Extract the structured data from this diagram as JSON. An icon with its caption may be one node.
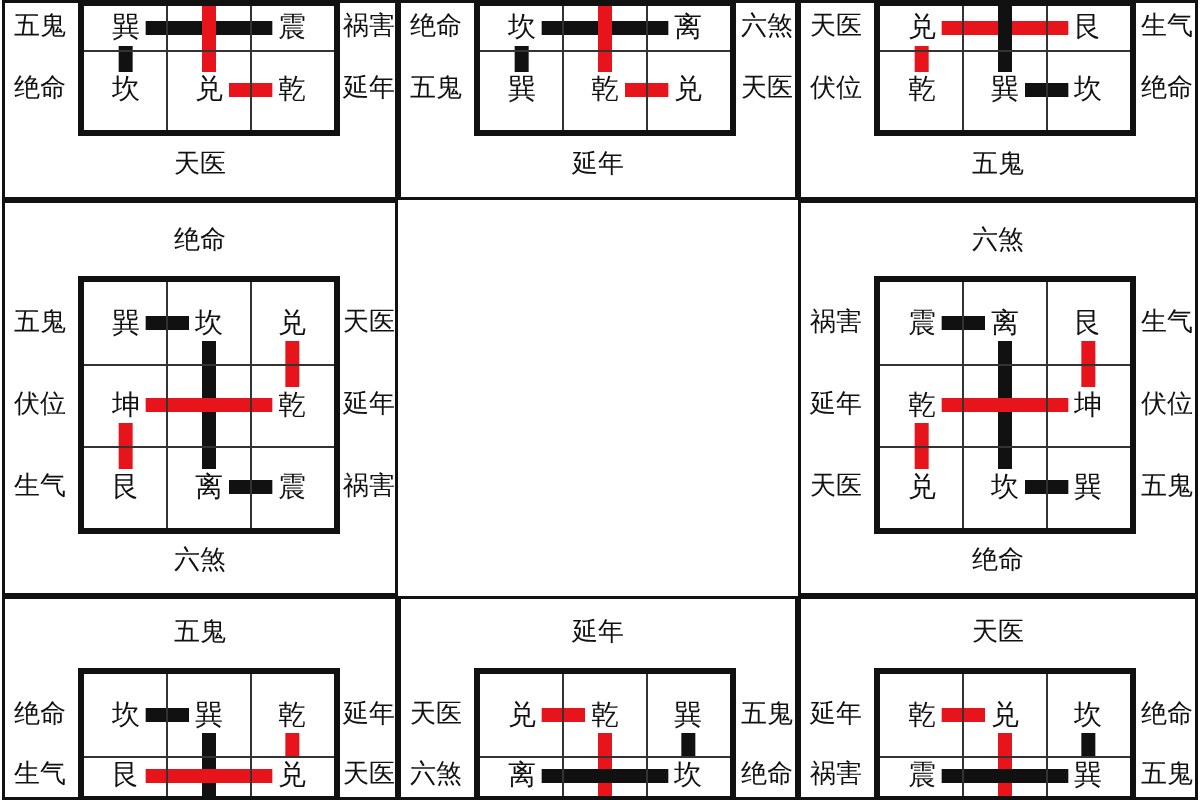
{
  "diagram": {
    "nodes": [
      {
        "text": [
          "五鬼",
          "祸害",
          "绝命",
          "延年",
          "天医"
        ]
      },
      {
        "text": [],
        "shape": "box",
        "in": 0
      },
      {
        "text": [
          "巽"
        ],
        "in": 1
      },
      {
        "text": [
          "震"
        ],
        "in": 1
      },
      {
        "text": [
          "坎"
        ],
        "in": 1
      },
      {
        "text": [
          "兑"
        ],
        "in": 1
      },
      {
        "text": [
          "乾"
        ],
        "in": 1
      },
      {
        "text": [
          "绝命",
          "六煞",
          "五鬼",
          "天医",
          "延年"
        ]
      },
      {
        "text": [],
        "shape": "box",
        "in": 7
      },
      {
        "text": [
          "坎"
        ],
        "in": 8
      },
      {
        "text": [
          "离"
        ],
        "in": 8
      },
      {
        "text": [
          "巽"
        ],
        "in": 8
      },
      {
        "text": [
          "乾"
        ],
        "in": 8
      },
      {
        "text": [
          "兑"
        ],
        "in": 8
      },
      {
        "text": [
          "天医",
          "生气",
          "伏位",
          "绝命",
          "五鬼"
        ]
      },
      {
        "text": [],
        "shape": "box",
        "in": 14
      },
      {
        "text": [
          "兑"
        ],
        "in": 15
      },
      {
        "text": [
          "艮"
        ],
        "in": 15
      },
      {
        "text": [
          "乾"
        ],
        "in": 15
      },
      {
        "text": [
          "巽"
        ],
        "in": 15
      },
      {
        "text": [
          "坎"
        ],
        "in": 15
      },
      {
        "text": [
          "绝命",
          "五鬼",
          "天医",
          "伏位",
          "延年",
          "生气",
          "祸害",
          "六煞"
        ]
      },
      {
        "text": [],
        "shape": "box",
        "in": 21
      },
      {
        "text": [
          "巽"
        ],
        "in": 22
      },
      {
        "text": [
          "坎"
        ],
        "in": 22
      },
      {
        "text": [
          "兑"
        ],
        "in": 22
      },
      {
        "text": [
          "坤"
        ],
        "in": 22
      },
      {
        "text": [
          "乾"
        ],
        "in": 22
      },
      {
        "text": [
          "艮"
        ],
        "in": 22
      },
      {
        "text": [
          "离"
        ],
        "in": 22
      },
      {
        "text": [
          "震"
        ],
        "in": 22
      },
      {
        "text": [
          "六煞",
          "祸害",
          "生气",
          "延年",
          "伏位",
          "天医",
          "五鬼",
          "绝命"
        ]
      },
      {
        "text": [],
        "shape": "box",
        "in": 31
      },
      {
        "text": [
          "震"
        ],
        "in": 32
      },
      {
        "text": [
          "离"
        ],
        "in": 32
      },
      {
        "text": [
          "艮"
        ],
        "in": 32
      },
      {
        "text": [
          "乾"
        ],
        "in": 32
      },
      {
        "text": [
          "坤"
        ],
        "in": 32
      },
      {
        "text": [
          "兑"
        ],
        "in": 32
      },
      {
        "text": [
          "坎"
        ],
        "in": 32
      },
      {
        "text": [
          "巽"
        ],
        "in": 32
      },
      {
        "text": [
          "五鬼",
          "绝命",
          "延年",
          "生气",
          "天医"
        ]
      },
      {
        "text": [],
        "shape": "box",
        "in": 41
      },
      {
        "text": [
          "坎"
        ],
        "in": 42
      },
      {
        "text": [
          "巽"
        ],
        "in": 42
      },
      {
        "text": [
          "乾"
        ],
        "in": 42
      },
      {
        "text": [
          "艮"
        ],
        "in": 42
      },
      {
        "text": [
          "兑"
        ],
        "in": 42
      },
      {
        "text": [
          "延年",
          "天医",
          "五鬼",
          "六煞",
          "绝命"
        ]
      },
      {
        "text": [],
        "shape": "box",
        "in": 48
      },
      {
        "text": [
          "兑"
        ],
        "in": 49
      },
      {
        "text": [
          "乾"
        ],
        "in": 49
      },
      {
        "text": [
          "巽"
        ],
        "in": 49
      },
      {
        "text": [
          "离"
        ],
        "in": 49
      },
      {
        "text": [
          "坎"
        ],
        "in": 49
      },
      {
        "text": [
          "天医",
          "延年",
          "绝命",
          "祸害",
          "五鬼"
        ]
      },
      {
        "text": [],
        "shape": "box",
        "in": 55
      },
      {
        "text": [
          "乾"
        ],
        "in": 56
      },
      {
        "text": [
          "兑"
        ],
        "in": 56
      },
      {
        "text": [
          "坎"
        ],
        "in": 56
      },
      {
        "text": [
          "震"
        ],
        "in": 56
      },
      {
        "text": [
          "巽"
        ],
        "in": 56
      }
    ],
    "edges": [
      {
        "from": 2,
        "to": 3,
        "arrow": "none"
      },
      {
        "from": 2,
        "to": 4,
        "arrow": "none"
      },
      {
        "from": null,
        "to": 5,
        "arrow": "none",
        "color": "#e8141c"
      },
      {
        "from": 5,
        "to": 6,
        "arrow": "none",
        "color": "#e8141c"
      },
      {
        "from": 9,
        "to": 10,
        "arrow": "none"
      },
      {
        "from": 9,
        "to": 11,
        "arrow": "none"
      },
      {
        "from": null,
        "to": 12,
        "arrow": "none",
        "color": "#e8141c"
      },
      {
        "from": 12,
        "to": 13,
        "arrow": "none",
        "color": "#e8141c"
      },
      {
        "from": 16,
        "to": 17,
        "arrow": "none",
        "color": "#e8141c"
      },
      {
        "from": 16,
        "to": 18,
        "arrow": "none",
        "color": "#e8141c"
      },
      {
        "from": null,
        "to": 19,
        "arrow": "none"
      },
      {
        "from": 19,
        "to": 20,
        "arrow": "none"
      },
      {
        "from": 23,
        "to": 24,
        "arrow": "none"
      },
      {
        "from": 24,
        "to": 29,
        "arrow": "none"
      },
      {
        "from": 25,
        "to": 27,
        "arrow": "none",
        "color": "#e8141c"
      },
      {
        "from": 26,
        "to": 27,
        "arrow": "none",
        "color": "#e8141c"
      },
      {
        "from": 26,
        "to": 28,
        "arrow": "none",
        "color": "#e8141c"
      },
      {
        "from": 29,
        "to": 30,
        "arrow": "none"
      },
      {
        "from": 33,
        "to": 34,
        "arrow": "none"
      },
      {
        "from": 34,
        "to": 39,
        "arrow": "none"
      },
      {
        "from": 35,
        "to": 37,
        "arrow": "none",
        "color": "#e8141c"
      },
      {
        "from": 36,
        "to": 37,
        "arrow": "none",
        "color": "#e8141c"
      },
      {
        "from": 36,
        "to": 38,
        "arrow": "none",
        "color": "#e8141c"
      },
      {
        "from": 39,
        "to": 40,
        "arrow": "none"
      },
      {
        "from": 43,
        "to": 44,
        "arrow": "none"
      },
      {
        "from": 44,
        "to": null,
        "arrow": "none"
      },
      {
        "from": 45,
        "to": 47,
        "arrow": "none",
        "color": "#e8141c"
      },
      {
        "from": 46,
        "to": 47,
        "arrow": "none",
        "color": "#e8141c"
      },
      {
        "from": 50,
        "to": 51,
        "arrow": "none",
        "color": "#e8141c"
      },
      {
        "from": 51,
        "to": null,
        "arrow": "none",
        "color": "#e8141c"
      },
      {
        "from": 52,
        "to": 54,
        "arrow": "none"
      },
      {
        "from": 53,
        "to": 54,
        "arrow": "none"
      },
      {
        "from": 57,
        "to": 58,
        "arrow": "none",
        "color": "#e8141c"
      },
      {
        "from": 58,
        "to": null,
        "arrow": "none",
        "color": "#e8141c"
      },
      {
        "from": 59,
        "to": 61,
        "arrow": "none"
      },
      {
        "from": 60,
        "to": 61,
        "arrow": "none"
      }
    ]
  }
}
